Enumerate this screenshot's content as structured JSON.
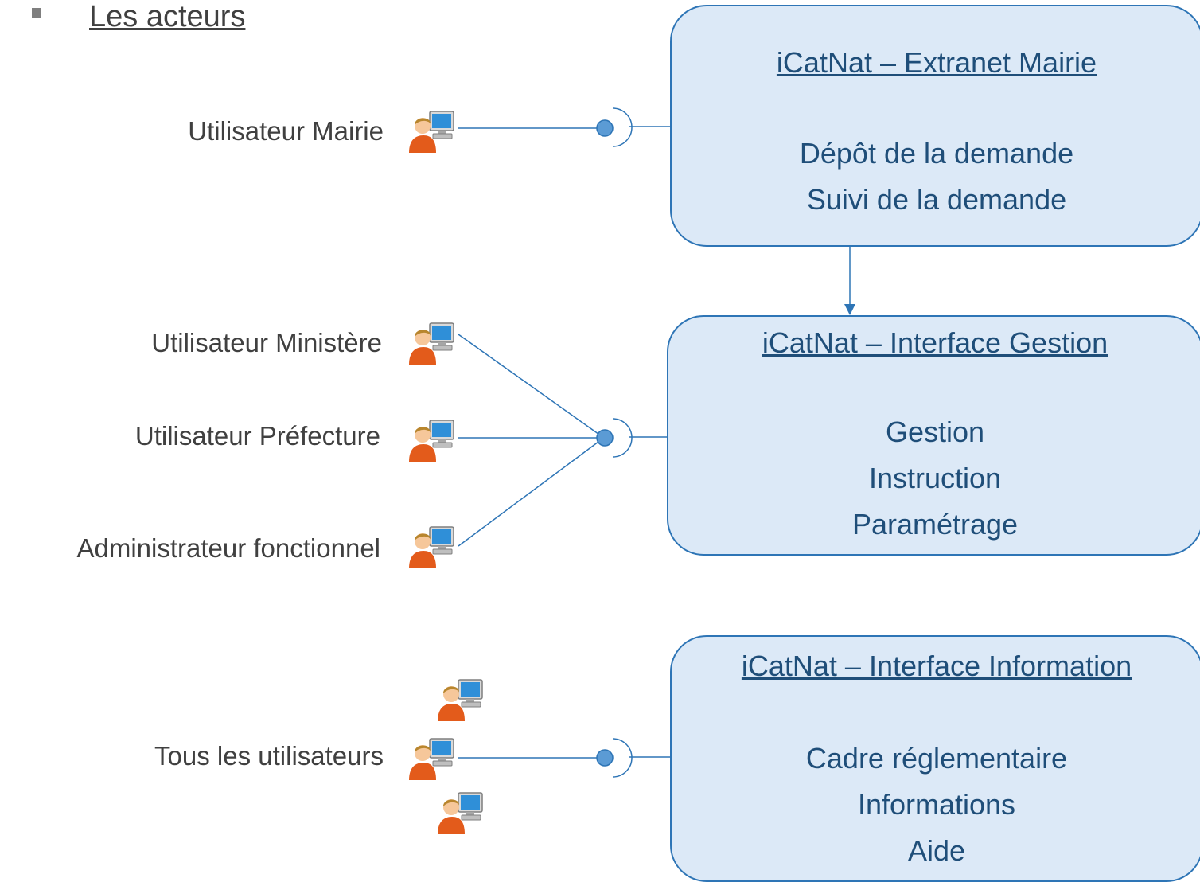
{
  "heading": "Les acteurs",
  "actors": {
    "mairie": "Utilisateur Mairie",
    "ministere": "Utilisateur Ministère",
    "prefecture": "Utilisateur Préfecture",
    "admin": "Administrateur fonctionnel",
    "tous": "Tous les utilisateurs"
  },
  "systems": {
    "extranet": {
      "title": "iCatNat – Extranet Mairie",
      "lines": [
        "Dépôt de la demande",
        "Suivi de la demande"
      ]
    },
    "gestion": {
      "title": "iCatNat – Interface Gestion",
      "lines": [
        "Gestion",
        "Instruction",
        "Paramétrage"
      ]
    },
    "information": {
      "title": "iCatNat – Interface Information",
      "lines": [
        "Cadre réglementaire",
        "Informations",
        "Aide"
      ]
    }
  },
  "icons": {
    "user": "user-computer-icon",
    "bullet": "square-bullet-icon"
  },
  "colors": {
    "box_fill": "#dce9f7",
    "box_border": "#2e75b6",
    "box_text": "#1f4e79",
    "connector": "#2e75b6",
    "lollipop": "#5b9bd5",
    "label_text": "#404040"
  }
}
